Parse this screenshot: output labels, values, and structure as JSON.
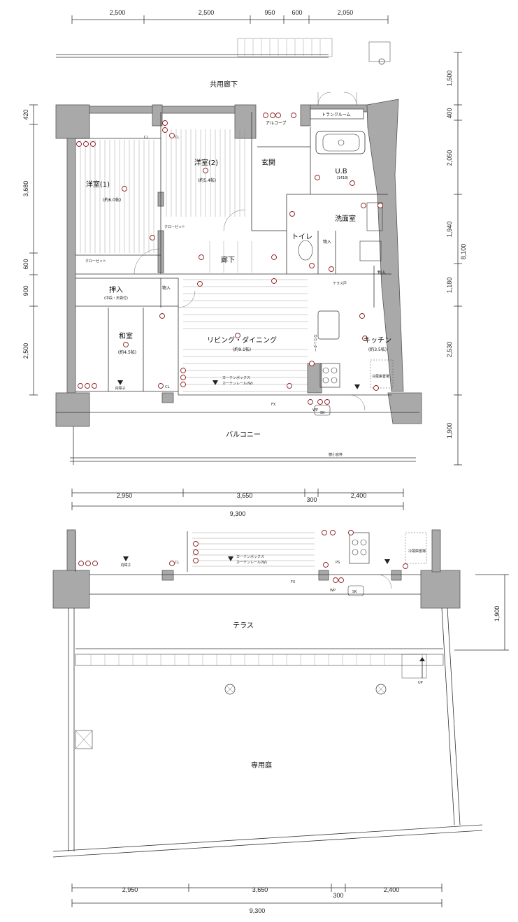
{
  "top_dimensions": [
    "2,500",
    "2,500",
    "950",
    "600",
    "2,050"
  ],
  "right_dimensions": [
    "1,500",
    "400",
    "2,050",
    "1,940",
    "1,180",
    "2,530",
    "1,900"
  ],
  "right_total": "8,100",
  "left_dimensions": [
    "420",
    "3,680",
    "600",
    "900",
    "2,500"
  ],
  "bottom_dimensions_upper": [
    "2,950",
    "3,650",
    "300",
    "2,400"
  ],
  "bottom_total_upper": "9,300",
  "bottom_dimensions_lower": [
    "2,950",
    "3,650",
    "300",
    "2,400"
  ],
  "bottom_total_lower": "9,300",
  "right_dimension_lower": "1,900",
  "rooms": {
    "corridor_common": "共用廊下",
    "trunk_room": "トランクルーム",
    "alcove": "アルコーブ",
    "western1": "洋室(1)",
    "western1_size": "(約6.0帖)",
    "western2": "洋室(2)",
    "western2_size": "(約5.4帖)",
    "entrance": "玄関",
    "ub": "U.B",
    "ub_size": "(1418)",
    "washroom": "洗面室",
    "toilet": "トイレ",
    "storage": "物入",
    "closet": "クローゼット",
    "hallway": "廊下",
    "oshiire": "押入",
    "oshiire_note": "(中段・天袋付)",
    "terrace_door": "テラス戸",
    "washitsu": "和室",
    "washitsu_size": "(約4.5帖)",
    "ldk": "リビング・ダイニング",
    "ldk_size": "(約9.1帖)",
    "kitchen": "キッチン",
    "kitchen_size": "(約3.5帖)",
    "counter": "カウンター",
    "fridge": "冷蔵庫置場",
    "inner_shoji": "内障子",
    "curtain": "カーテンボックス",
    "curtain_rail": "カーテンレール(W)",
    "balcony": "バルコニー",
    "terrace": "テラス",
    "garden": "専用庭",
    "fx": "FX",
    "wp": "WP",
    "sk": "SK",
    "ps": "PS",
    "up": "UP",
    "cl": "CL",
    "hedge_note": "樹小窓枠"
  }
}
